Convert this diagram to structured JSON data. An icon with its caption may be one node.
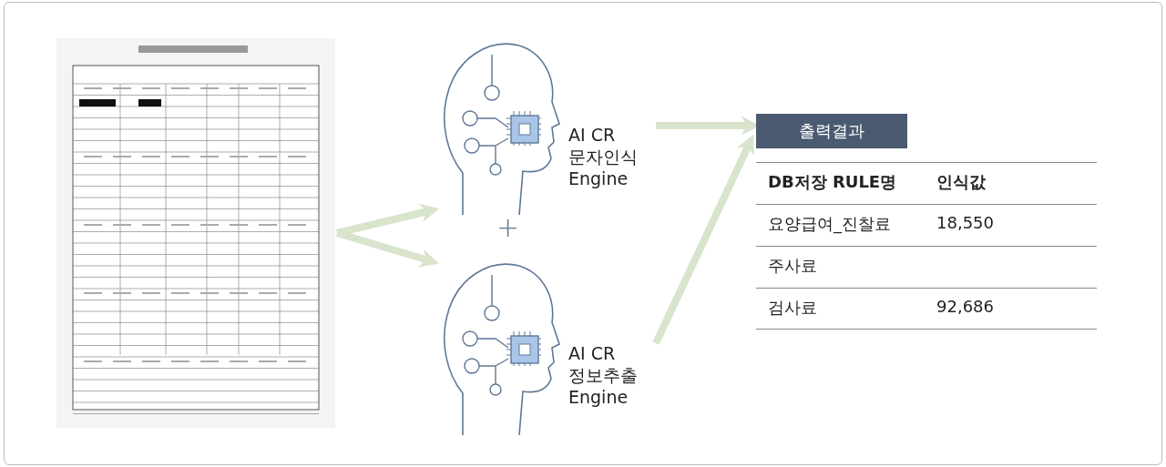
{
  "diagram": {
    "nodes": [
      {
        "text": [],
        "shape": "picture"
      },
      {
        "text": [],
        "shape": "picture",
        "beside": [
          "AI CR 문자인식 Engine"
        ]
      },
      {
        "text": [],
        "shape": "picture",
        "beside": [
          "AI CR 정보추출 Engine"
        ]
      },
      {
        "text": [
          "출력결과"
        ]
      }
    ],
    "edges": [
      {
        "from": 0,
        "to": 1,
        "arrow": "to"
      },
      {
        "from": 0,
        "to": 2,
        "arrow": "to"
      },
      {
        "from": 1,
        "to": 3,
        "arrow": "to"
      },
      {
        "from": 2,
        "to": 3,
        "arrow": "to"
      }
    ],
    "labels": [
      "+",
      "DB저장 RULE명",
      "인식값",
      "요양급여_진찰료",
      "18,550",
      "주사료",
      "검사료",
      "92,686"
    ]
  }
}
